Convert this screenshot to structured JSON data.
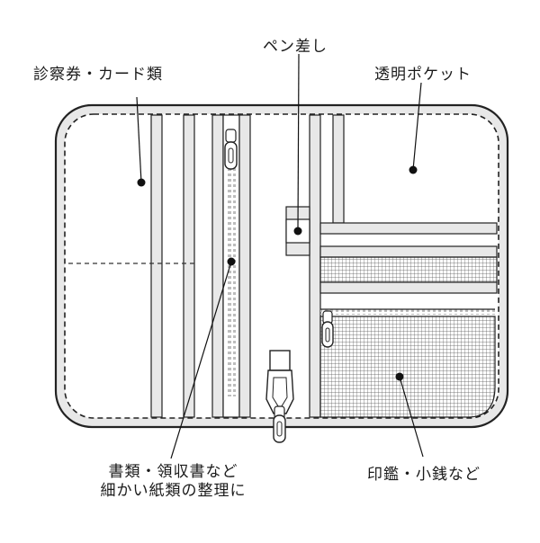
{
  "labels": {
    "card_slots": "診察券・カード類",
    "pen_holder": "ペン差し",
    "clear_pocket": "透明ポケット",
    "documents_line1": "書類・領収書など",
    "documents_line2": "細かい紙類の整理に",
    "seal_coins": "印鑑・小銭など"
  },
  "colors": {
    "outline": "#222222",
    "fill": "#ffffff",
    "strip": "#e6e6e6",
    "mesh": "#555555",
    "zipper": "#bbbbbb"
  }
}
